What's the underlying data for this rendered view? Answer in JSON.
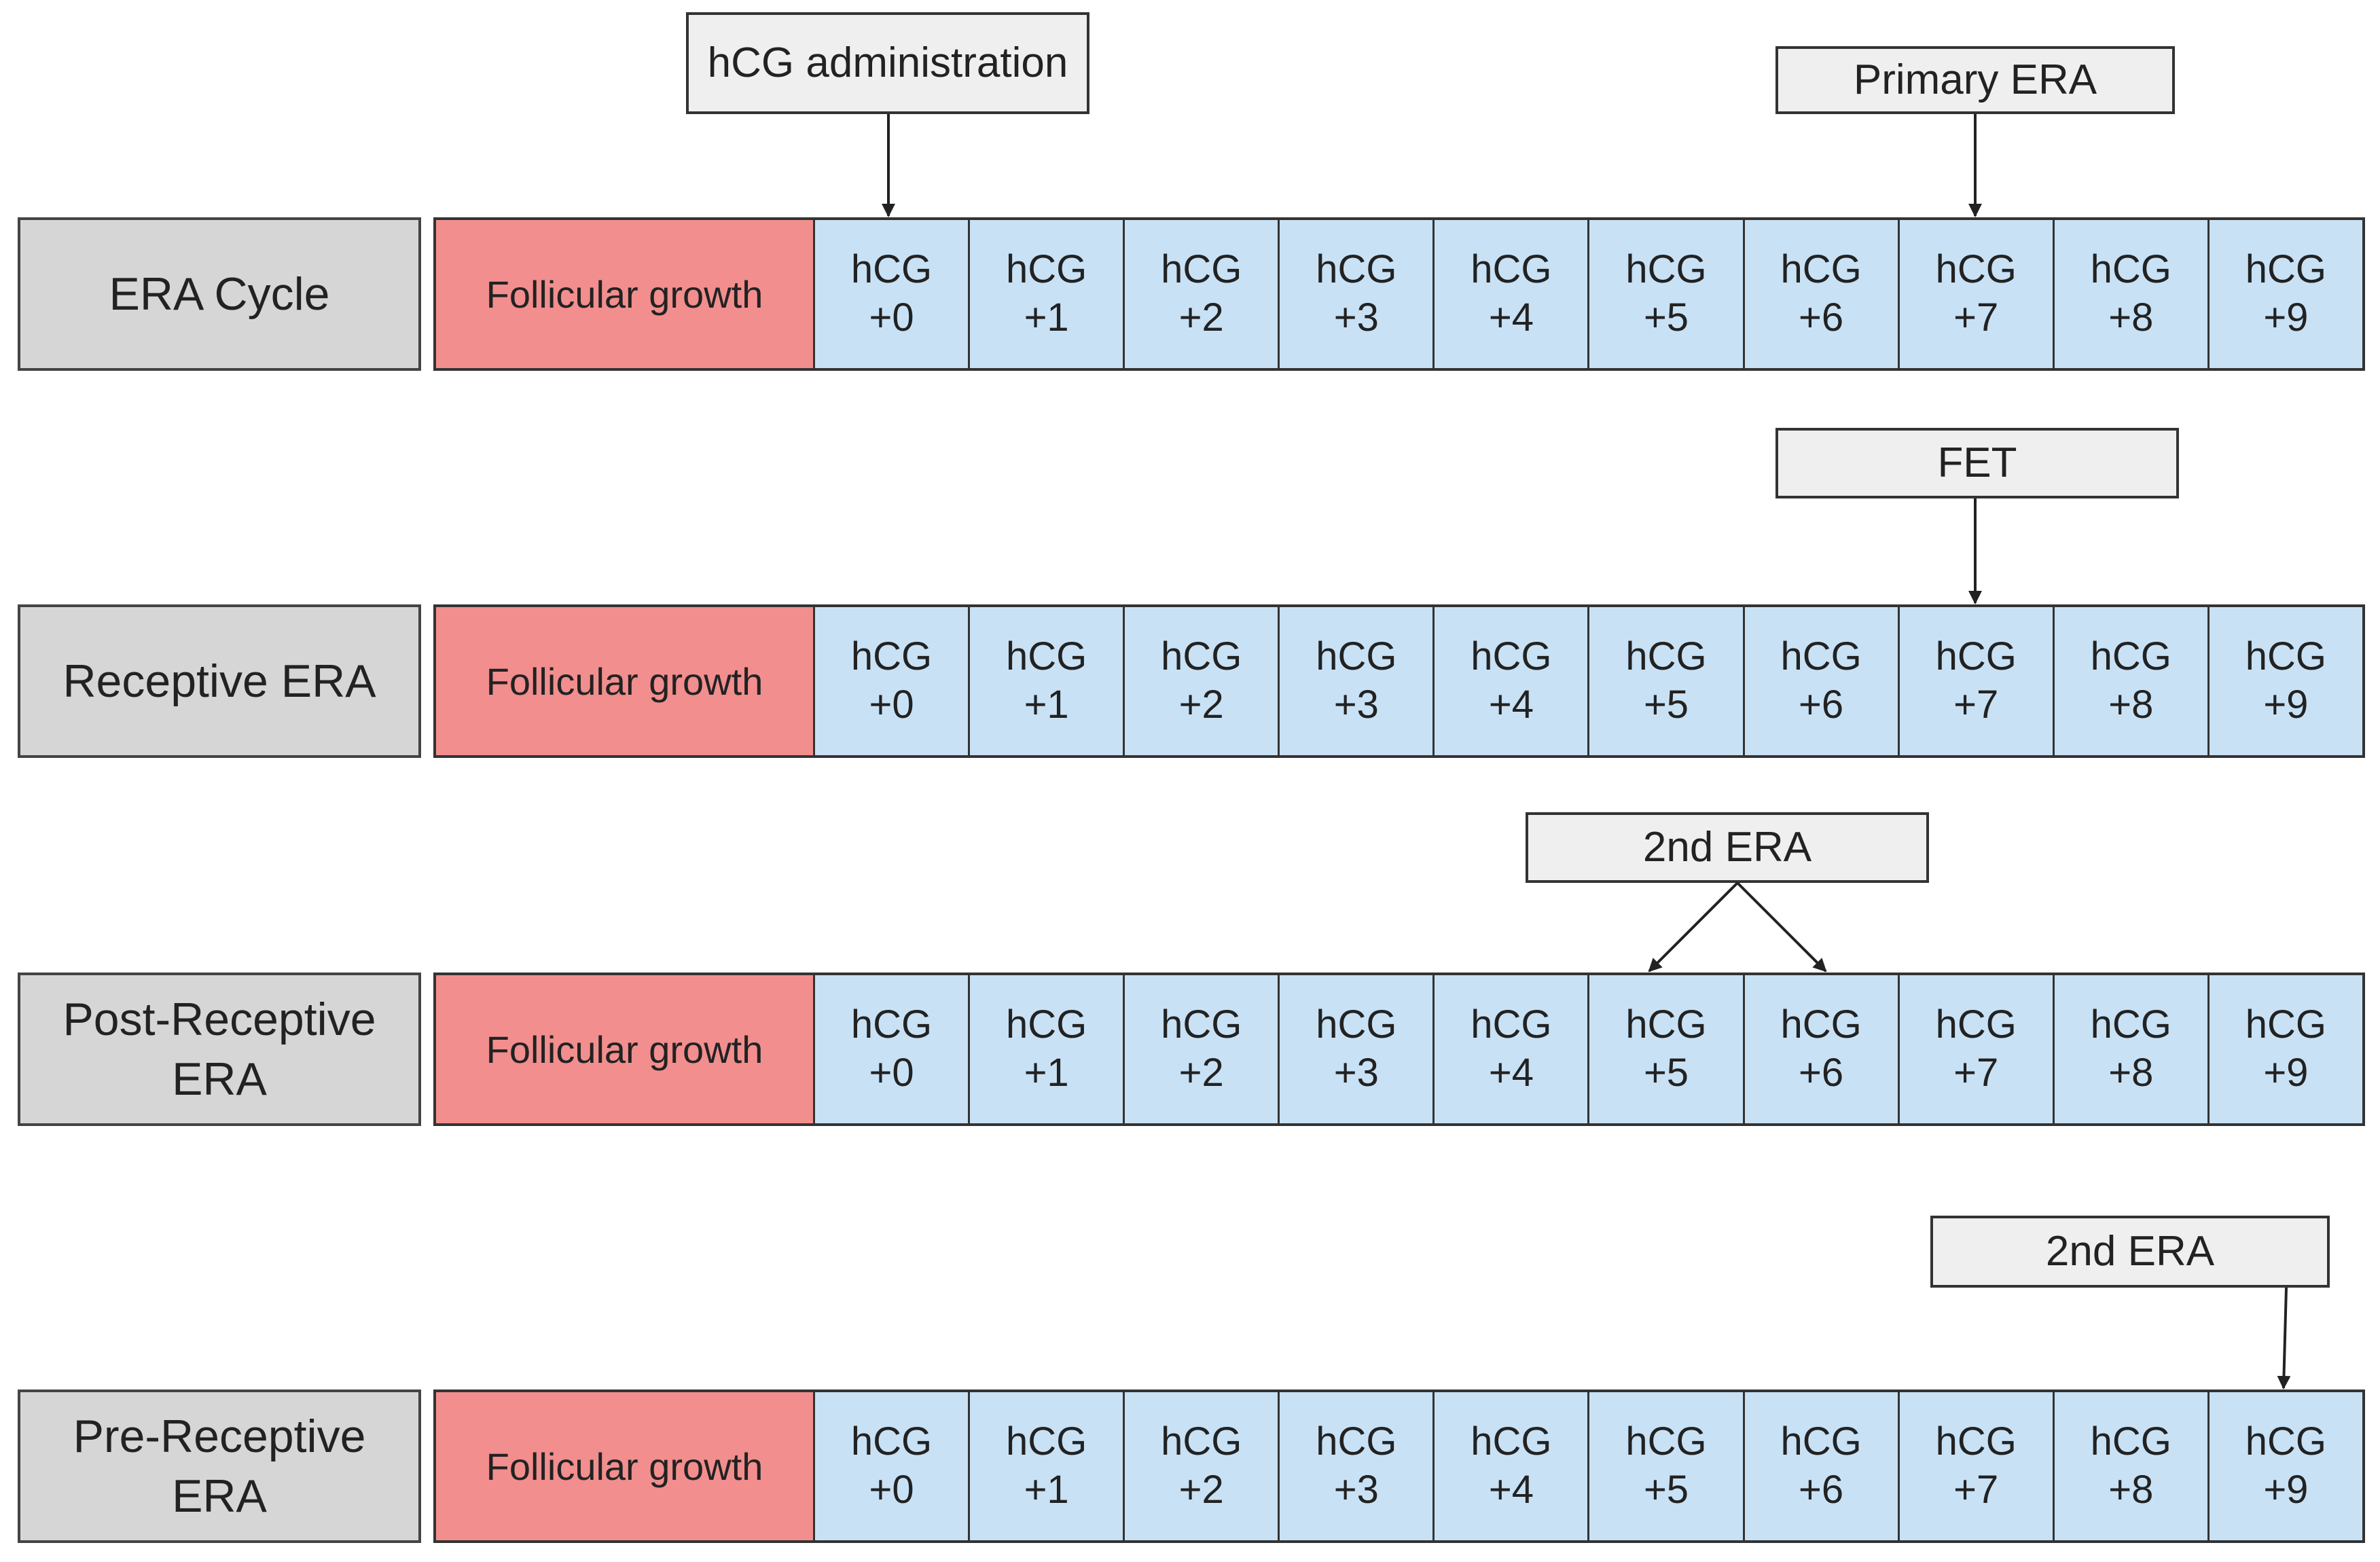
{
  "rows": [
    {
      "label": "ERA Cycle",
      "follicular": "Follicular growth"
    },
    {
      "label": "Receptive ERA",
      "follicular": "Follicular growth"
    },
    {
      "label": "Post-Receptive ERA",
      "follicular": "Follicular growth"
    },
    {
      "label": "Pre-Receptive ERA",
      "follicular": "Follicular growth"
    }
  ],
  "days": [
    {
      "top": "hCG",
      "bottom": "+0"
    },
    {
      "top": "hCG",
      "bottom": "+1"
    },
    {
      "top": "hCG",
      "bottom": "+2"
    },
    {
      "top": "hCG",
      "bottom": "+3"
    },
    {
      "top": "hCG",
      "bottom": "+4"
    },
    {
      "top": "hCG",
      "bottom": "+5"
    },
    {
      "top": "hCG",
      "bottom": "+6"
    },
    {
      "top": "hCG",
      "bottom": "+7"
    },
    {
      "top": "hCG",
      "bottom": "+8"
    },
    {
      "top": "hCG",
      "bottom": "+9"
    }
  ],
  "callouts": {
    "hcg_admin": "hCG administration",
    "primary_era": "Primary ERA",
    "fet": "FET",
    "second_era_post": "2nd ERA",
    "second_era_pre": "2nd ERA"
  }
}
